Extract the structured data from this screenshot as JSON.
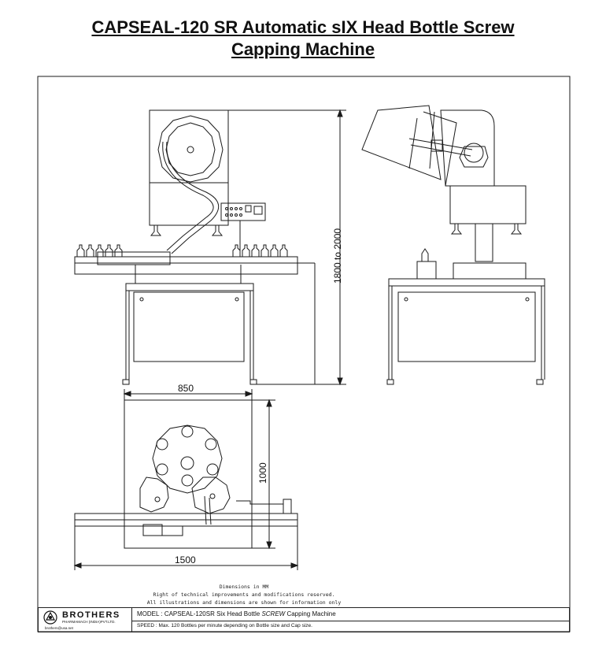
{
  "title": {
    "line1": "CAPSEAL-120 SR   Automatic sIX  Head   Bottle Screw",
    "line2": "Capping Machine"
  },
  "dimensions": {
    "height_range": "1800  to  2000",
    "width_top": "850",
    "depth": "1000",
    "length": "1500"
  },
  "notes": {
    "units": "Dimensions in MM",
    "line1": "Right of technical improvements and modifications reserved.",
    "line2": "All illustrations and dimensions are shown for information only"
  },
  "title_block": {
    "brand": "BROTHERS",
    "brand_sub": "PHARMAMACH (INDIA)PVT.LTD.",
    "email": "brothers@usa.net",
    "model_prefix": "MODEL : CAPSEAL-120SR Six Head Bottle ",
    "model_emph": "SCREW",
    "model_suffix": " Capping Machine",
    "speed": "SPEED : Max. 120 Bottles per minute depending on Bottle size and Cap size."
  },
  "colors": {
    "line": "#1a1a1a",
    "fill_light": "#f2f2f2"
  }
}
